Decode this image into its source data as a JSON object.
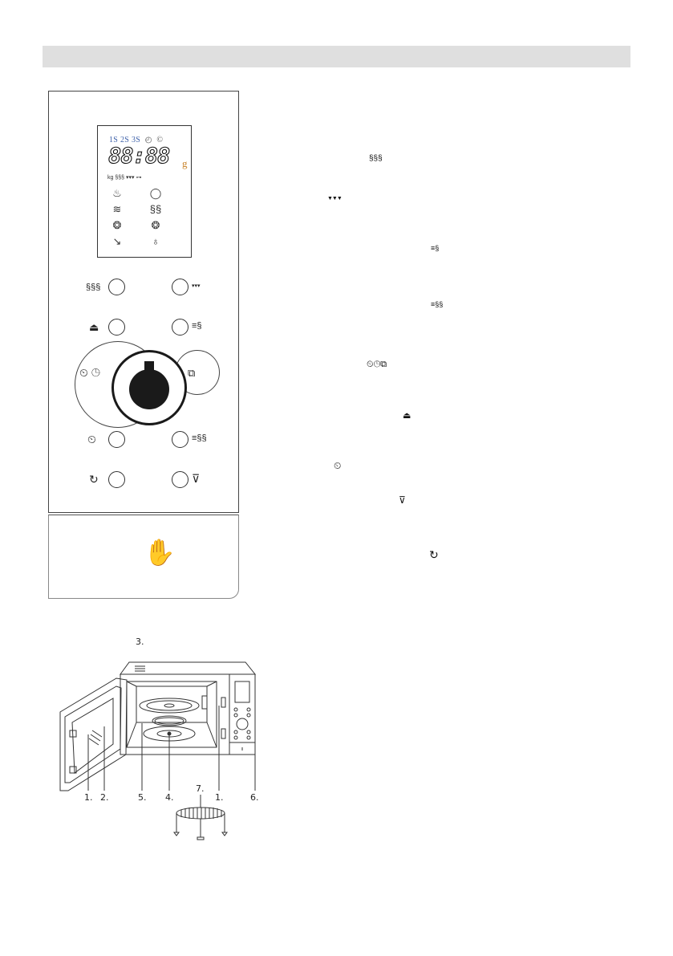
{
  "header": {
    "title": ""
  },
  "control_panel": {
    "lcd": {
      "top_row": {
        "s1": "1S",
        "s2": "2S",
        "s3": "3S",
        "icons": [
          "clock-icon",
          "delay-clock-icon"
        ]
      },
      "digits": "88:88",
      "unit": "g",
      "status_icons": [
        "defrost-weight-icon",
        "microwave-icon",
        "grill-icon",
        "lock-icon"
      ],
      "status_text": "kg  §§§  ▾▾▾  ⊶",
      "program_icons": [
        "soup-bowl-icon",
        "potato-icon",
        "plate-icon",
        "steam-icon",
        "cake-icon",
        "pizza-icon",
        "fish-icon",
        "drumstick-icon"
      ]
    },
    "buttons": [
      {
        "name": "microwave-button",
        "icon": "microwave-icon",
        "glyph": "§§§",
        "side": "left"
      },
      {
        "name": "grill-button",
        "icon": "grill-icon",
        "glyph": "▾▾▾",
        "side": "right"
      },
      {
        "name": "weight-defrost-button",
        "icon": "weight-icon",
        "glyph": "⏏",
        "side": "left"
      },
      {
        "name": "combi-grill-button",
        "icon": "combi-grill-icon",
        "glyph": "⫶",
        "side": "right"
      },
      {
        "name": "delay-start-button",
        "icon": "delay-start-icon",
        "glyph": "⏲",
        "side": "left"
      },
      {
        "name": "combi-grill-2-button",
        "icon": "combi-grill-2-icon",
        "glyph": "§§§",
        "side": "right"
      },
      {
        "name": "start-button",
        "icon": "start-icon",
        "glyph": "↻",
        "side": "left"
      },
      {
        "name": "stop-button",
        "icon": "stop-icon",
        "glyph": "⊽",
        "side": "right"
      }
    ],
    "knob": {
      "left_label": "⏲ ◷",
      "right_label": "⧉"
    },
    "door_button": {
      "icon": "hand-icon",
      "glyph": "✋"
    }
  },
  "reference_icons": [
    {
      "name": "microwave-icon",
      "glyph": "§§§"
    },
    {
      "name": "grill-icon",
      "glyph": "▼▼▼"
    },
    {
      "name": "combi-grill-1-icon",
      "glyph": "≡§"
    },
    {
      "name": "combi-grill-2-icon",
      "glyph": "≡§§"
    },
    {
      "name": "clock-timer-menu-icons",
      "glyph": "⏲◷⧉"
    },
    {
      "name": "weight-icon",
      "glyph": "⏏"
    },
    {
      "name": "delay-start-icon",
      "glyph": "⏲"
    },
    {
      "name": "stop-icon",
      "glyph": "⊽"
    },
    {
      "name": "start-icon",
      "glyph": "↻"
    }
  ],
  "illustration": {
    "callouts": [
      "1.",
      "2.",
      "3.",
      "4.",
      "5.",
      "1.",
      "6.",
      "7."
    ]
  }
}
